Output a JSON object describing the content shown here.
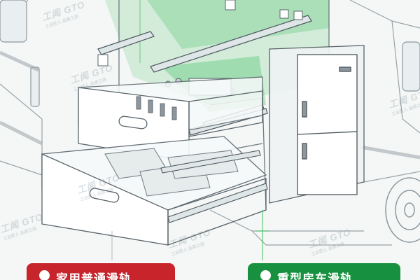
{
  "watermark": {
    "brand": "工闻 GTO",
    "tagline": "工业匠人 品质之选"
  },
  "labels": {
    "left": "家用普通滑轨",
    "right": "重型房车滑轨"
  },
  "colors": {
    "left_label": "#c8242b",
    "right_label": "#17913f",
    "highlight": "#3fbf5f"
  }
}
